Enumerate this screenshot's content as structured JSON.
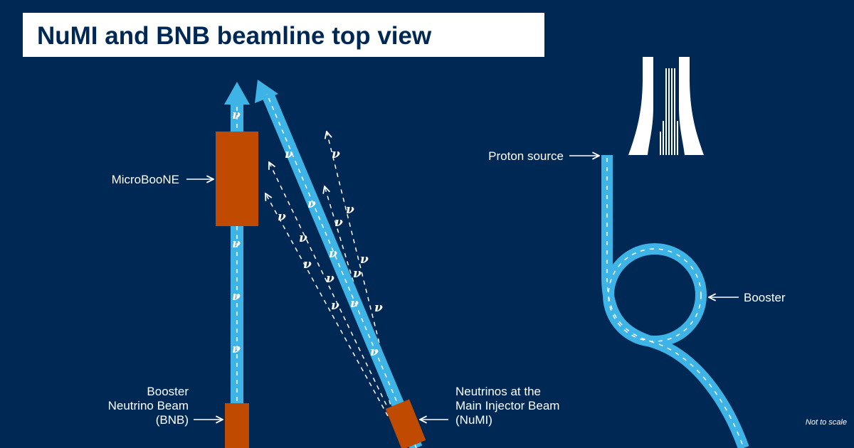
{
  "title": "NuMI and BNB beamline top view",
  "labels": {
    "microboone": "MicroBooNE",
    "bnb": [
      "Booster",
      "Neutrino Beam",
      "(BNB)"
    ],
    "numi": [
      "Neutrinos at the",
      "Main Injector Beam",
      "(NuMI)"
    ],
    "proton_source": "Proton source",
    "booster": "Booster",
    "not_to_scale": "Not to scale"
  },
  "neutrino_symbol": "ν",
  "colors": {
    "background": "#002855",
    "beam": "#3db4e5",
    "detector": "#c04a00",
    "text": "#ffffff"
  }
}
